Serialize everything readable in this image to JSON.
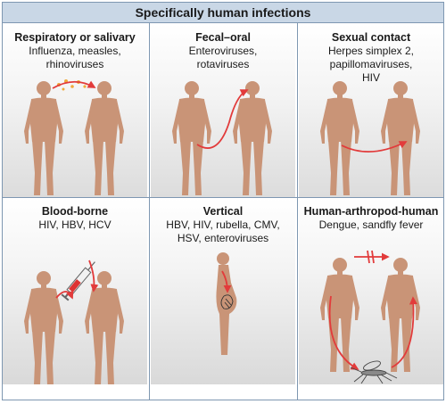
{
  "header": {
    "title": "Specifically human infections"
  },
  "panels": [
    {
      "title": "Respiratory or salivary",
      "agents": [
        "Influenza, measles,",
        "rhinoviruses"
      ]
    },
    {
      "title": "Fecal–oral",
      "agents": [
        "Enteroviruses,",
        "rotaviruses"
      ]
    },
    {
      "title": "Sexual contact",
      "agents": [
        "Herpes simplex 2,",
        "papillomaviruses,",
        "HIV"
      ]
    },
    {
      "title": "Blood-borne",
      "agents": [
        "HIV, HBV, HCV"
      ]
    },
    {
      "title": "Vertical",
      "agents": [
        "HBV, HIV, rubella, CMV,",
        "HSV, enteroviruses"
      ]
    },
    {
      "title": "Human-arthropod-human",
      "agents": [
        "Dengue, sandfly fever"
      ]
    }
  ],
  "colors": {
    "skin": "#c99477",
    "arrow": "#e23b3b",
    "header_bg": "#c9d7e6",
    "border": "#7e97b1",
    "droplet": "#f0a93a"
  }
}
